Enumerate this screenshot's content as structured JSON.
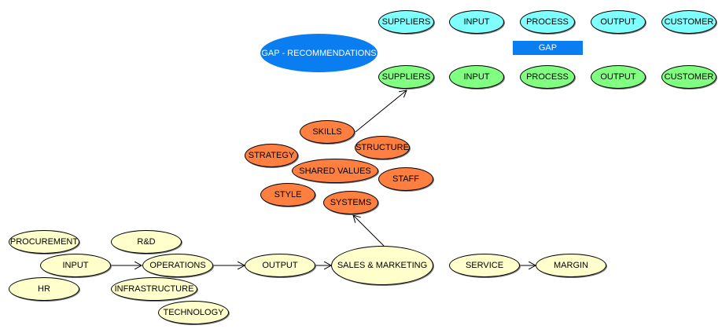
{
  "colors": {
    "tan": "#ffffcc",
    "cyan": "#80ffff",
    "green": "#80ff80",
    "orange": "#ff7f40",
    "blue": "#0a7df0"
  },
  "top_chain": {
    "suppliers": "SUPPLIERS",
    "input": "INPUT",
    "process": "PROCESS",
    "output": "OUTPUT",
    "customer": "CUSTOMER"
  },
  "gap_label": "GAP",
  "gap_recommendations": "GAP - RECOMMENDATIONS",
  "bottom_chain": {
    "suppliers": "SUPPLIERS",
    "input": "INPUT",
    "process": "PROCESS",
    "output": "OUTPUT",
    "customer": "CUSTOMER"
  },
  "seven_s": {
    "skills": "SKILLS",
    "structure": "STRUCTURE",
    "strategy": "STRATEGY",
    "shared_values": "SHARED VALUES",
    "staff": "STAFF",
    "style": "STYLE",
    "systems": "SYSTEMS"
  },
  "value_chain": {
    "procurement": "PROCUREMENT",
    "rnd": "R&D",
    "input": "INPUT",
    "operations": "OPERATIONS",
    "hr": "HR",
    "infrastructure": "INFRASTRUCTURE",
    "technology": "TECHNOLOGY",
    "output": "OUTPUT",
    "sales_marketing": "SALES & MARKETING",
    "service": "SERVICE",
    "margin": "MARGIN"
  }
}
